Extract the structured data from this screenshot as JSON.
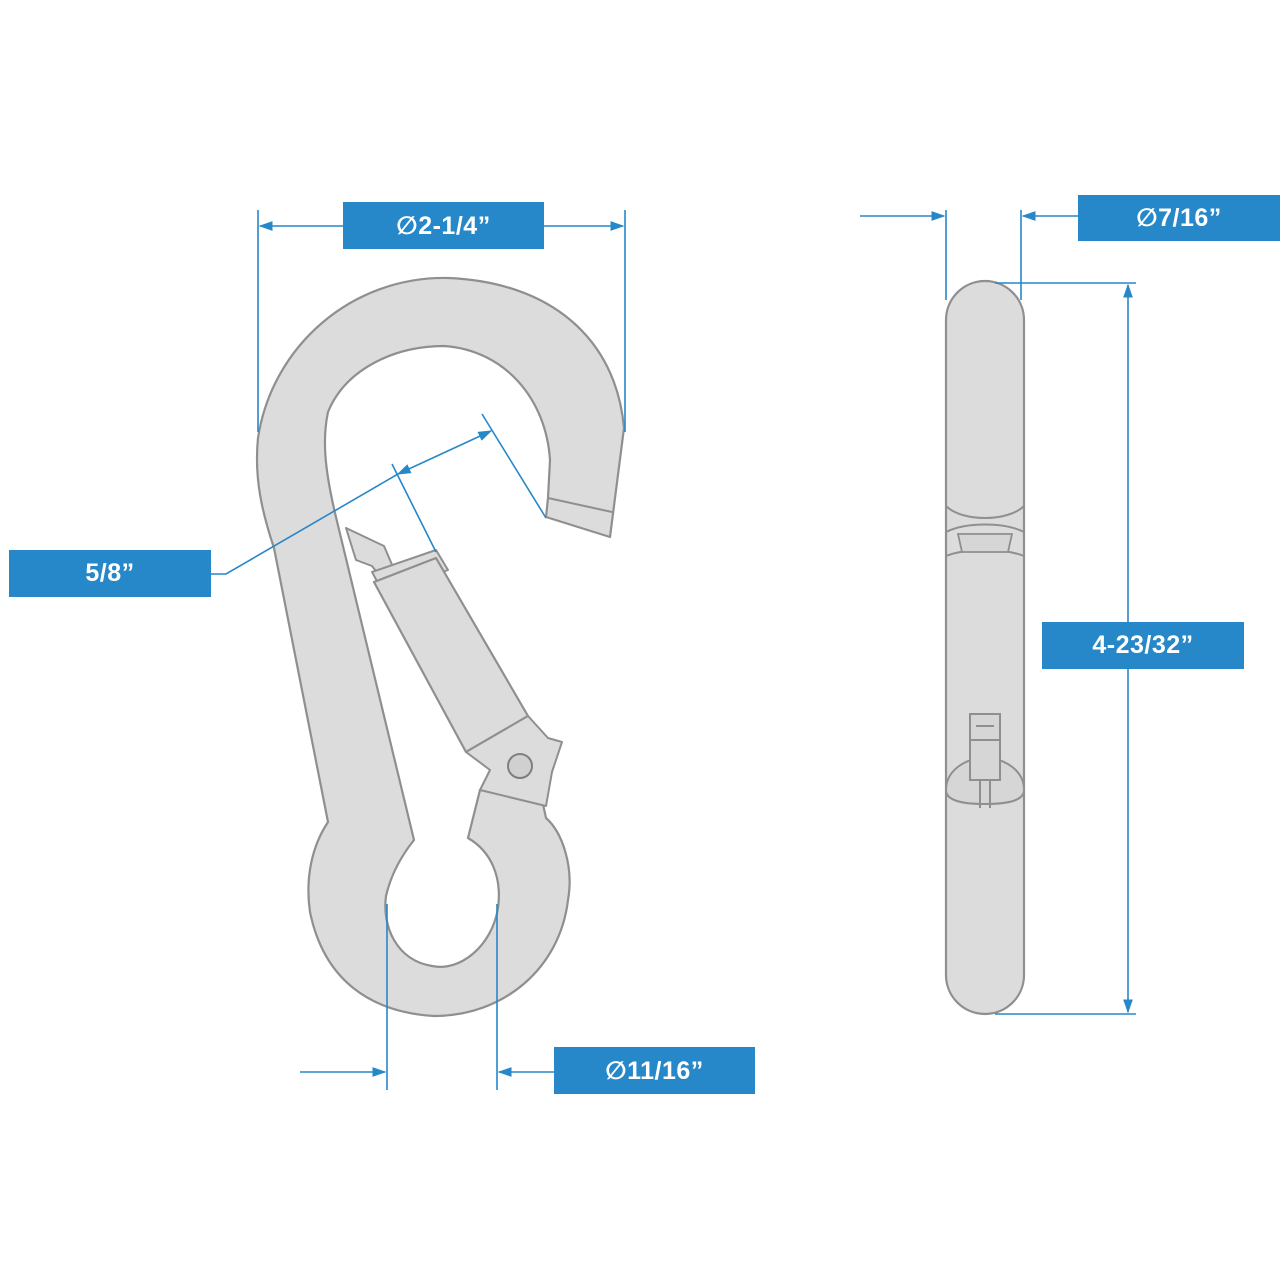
{
  "dimensions": {
    "overall_width": "∅2-1/4”",
    "gate_opening": "5/8”",
    "eye_diameter": "∅11/16”",
    "thickness": "∅7/16”",
    "overall_length": "4-23/32”"
  },
  "colors": {
    "dimension_blue": "#2688c8",
    "part_fill": "#dcdcdc",
    "part_outline": "#8f8f8f"
  }
}
